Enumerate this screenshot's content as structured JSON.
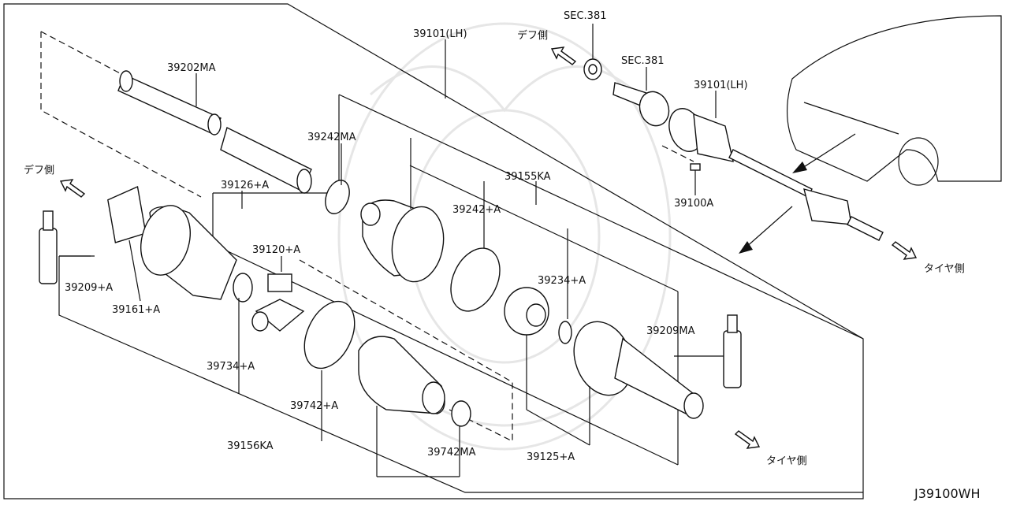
{
  "diagram": {
    "code": "J39100WH",
    "labels": {
      "p39202MA": "39202MA",
      "p39101LH_top": "39101(LH)",
      "p39101LH_mid": "39101(LH)",
      "sec381_a": "SEC.381",
      "sec381_b": "SEC.381",
      "p39242MA": "39242MA",
      "p39126A": "39126+A",
      "p39155KA": "39155KA",
      "p39242A": "39242+A",
      "p39100A": "39100A",
      "p39120A": "39120+A",
      "p39234A": "39234+A",
      "p39209A": "39209+A",
      "p39161A": "39161+A",
      "p39209MA": "39209MA",
      "p39734A": "39734+A",
      "p39742A": "39742+A",
      "p39156KA": "39156KA",
      "p39742MA": "39742MA",
      "p39125A": "39125+A"
    },
    "directions": {
      "diff_top": "デフ側",
      "diff_left": "デフ側",
      "tire_right": "タイヤ側",
      "tire_bottom": "タイヤ側"
    }
  }
}
